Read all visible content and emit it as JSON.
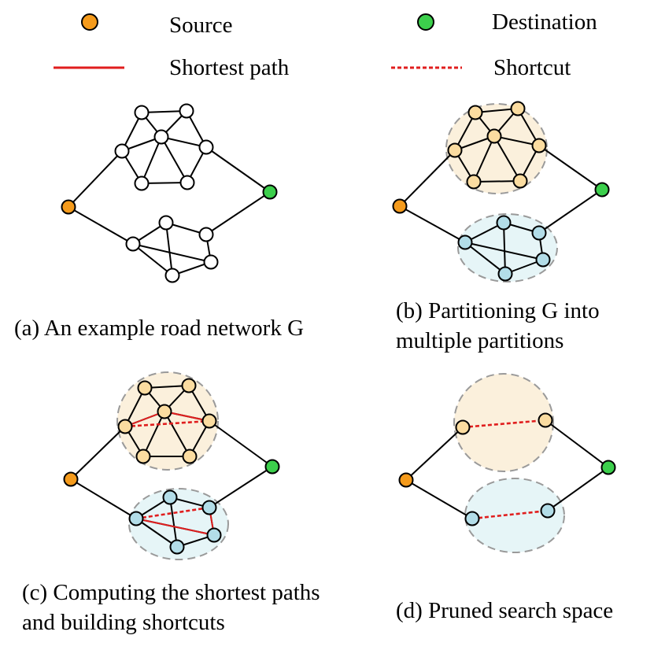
{
  "colors": {
    "source": "#f59b1c",
    "destination": "#3ccf4c",
    "white_node": "#ffffff",
    "partition_a_node": "#fbdca0",
    "partition_b_node": "#b2dde8",
    "partition_a_fill": "#fbf0dc",
    "partition_b_fill": "#e6f5f7",
    "shortest_path": "#e01e1e",
    "shortcut": "#e01e1e"
  },
  "legend": {
    "source": {
      "label": "Source",
      "icon": "orange-circle"
    },
    "destination": {
      "label": "Destination",
      "icon": "green-circle"
    },
    "shortest_path": {
      "label": "Shortest path",
      "icon": "solid-red-line"
    },
    "shortcut": {
      "label": "Shortcut",
      "icon": "dashed-red-line"
    }
  },
  "panels": [
    {
      "id": "a",
      "caption_lines": [
        "(a) An example road network G"
      ]
    },
    {
      "id": "b",
      "caption_lines": [
        "(b) Partitioning G into",
        "multiple partitions"
      ]
    },
    {
      "id": "c",
      "caption_lines": [
        "(c) Computing the shortest paths",
        "and building shortcuts"
      ]
    },
    {
      "id": "d",
      "caption_lines": [
        "(d) Pruned search space"
      ]
    }
  ]
}
